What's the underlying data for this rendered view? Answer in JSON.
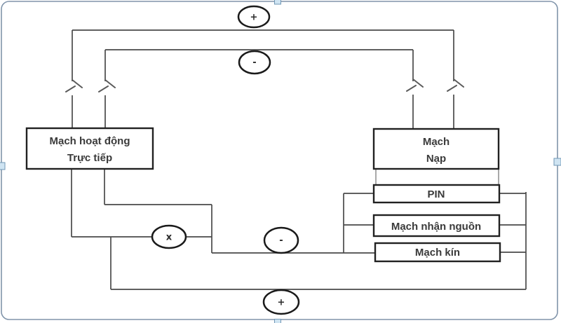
{
  "diagram": {
    "boxes": {
      "direct": {
        "line1": "Mạch hoạt động",
        "line2": "Trực tiếp"
      },
      "charger": {
        "line1": "Mạch",
        "line2": "Nạp"
      },
      "pin": {
        "label": "PIN"
      },
      "receiver": {
        "label": "Mạch nhận nguồn"
      },
      "closed": {
        "label": "Mạch kín"
      }
    },
    "nodes": {
      "top_plus": "+",
      "top_minus": "-",
      "multiply": "x",
      "bottom_minus": "-",
      "bottom_plus": "+"
    },
    "colors": {
      "wire": "#4a4a4a",
      "box_border": "#212121",
      "label_text": "#3a3a3a",
      "selection_frame": "#8094aa",
      "handle_fill": "#cfe4f2",
      "handle_border": "#7097b5",
      "background": "#ffffff"
    }
  }
}
